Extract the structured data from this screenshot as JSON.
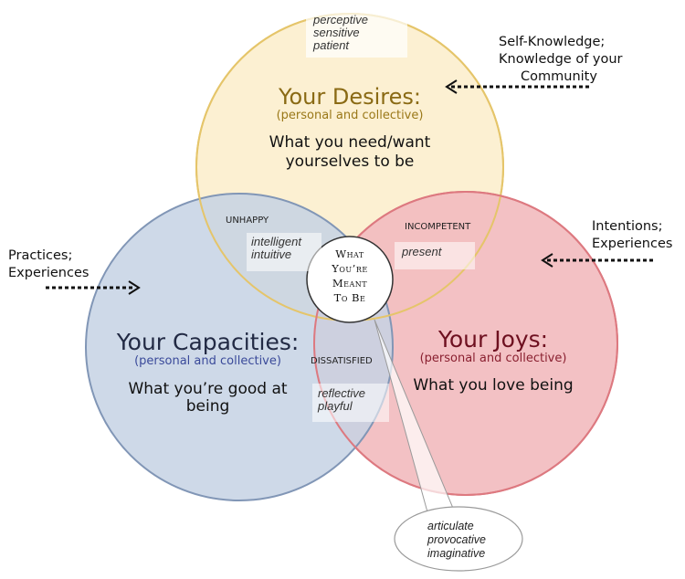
{
  "colors": {
    "desires_fill": "#fcf0d2",
    "desires_stroke": "#e5c56a",
    "capacities_fill": "#c6d2e4",
    "capacities_stroke": "#8196b6",
    "joys_fill": "#f2bcbf",
    "joys_stroke": "#dd7980",
    "desires_title": "#8a6a14",
    "capacities_title": "#222a44",
    "joys_title": "#6e1020",
    "sub_blue": "#3a4a9a",
    "sub_gold": "#9a7818",
    "sub_red": "#8a2030"
  },
  "desires": {
    "title": "Your Desires:",
    "subtitle": "(personal and collective)",
    "body": [
      "What you need/want",
      "yourselves to be"
    ],
    "traits": [
      "perceptive",
      "sensitive",
      "patient"
    ]
  },
  "capacities": {
    "title": "Your Capacities:",
    "subtitle": "(personal and collective)",
    "body": [
      "What you’re good at",
      "being"
    ]
  },
  "joys": {
    "title": "Your Joys:",
    "subtitle": "(personal and collective)",
    "body": [
      "What you love being"
    ]
  },
  "overlaps": {
    "unhappy": {
      "tag": "UNHAPPY",
      "traits": [
        "intelligent",
        "intuitive"
      ]
    },
    "incompetent": {
      "tag": "INCOMPETENT",
      "traits": [
        "present"
      ]
    },
    "dissatisfied": {
      "tag": "DISSATISFIED",
      "traits": [
        "reflective",
        "playful"
      ]
    }
  },
  "center": {
    "lines": [
      "What",
      "You’re",
      "Meant",
      "To Be"
    ]
  },
  "callout": {
    "traits": [
      "articulate",
      "provocative",
      "imaginative"
    ]
  },
  "annotations": {
    "top_right": [
      "Self-Knowledge;",
      "Knowledge of your",
      "Community"
    ],
    "right": [
      "Intentions;",
      "Experiences"
    ],
    "left": [
      "Practices;",
      "Experiences"
    ]
  }
}
